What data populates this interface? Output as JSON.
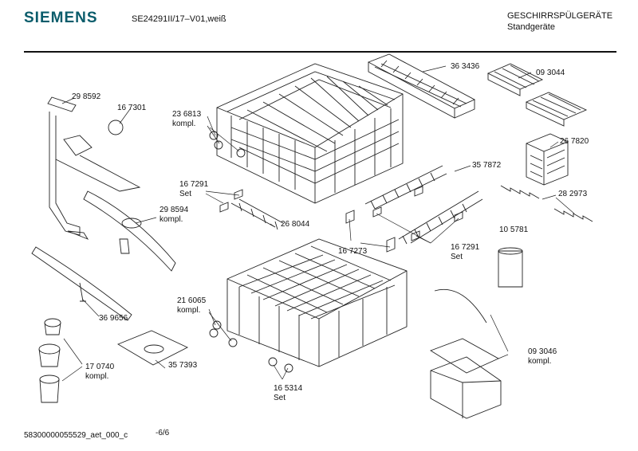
{
  "header": {
    "brand": "SIEMENS",
    "model": "SE24291II/17–V01,weiß",
    "category_line1": "GESCHIRRSPÜLGERÄTE",
    "category_line2": "Standgeräte"
  },
  "footer": {
    "doc_id": "58300000055529_aet_000_c",
    "page": "-6/6"
  },
  "parts": [
    {
      "id": "p363436",
      "text": "36 3436"
    },
    {
      "id": "p093044",
      "text": "09 3044"
    },
    {
      "id": "p298592",
      "text": "29 8592"
    },
    {
      "id": "p167301",
      "text": "16 7301"
    },
    {
      "id": "p236813a",
      "text": "23 6813"
    },
    {
      "id": "p236813b",
      "text": "kompl."
    },
    {
      "id": "p267820",
      "text": "26 7820"
    },
    {
      "id": "p357872",
      "text": "35 7872"
    },
    {
      "id": "p167291a1",
      "text": "16 7291"
    },
    {
      "id": "p167291a2",
      "text": "Set"
    },
    {
      "id": "p282973",
      "text": "28 2973"
    },
    {
      "id": "p298594a",
      "text": "29 8594"
    },
    {
      "id": "p298594b",
      "text": "kompl."
    },
    {
      "id": "p268044",
      "text": "26 8044"
    },
    {
      "id": "p105781",
      "text": "10 5781"
    },
    {
      "id": "p167273",
      "text": "16 7273"
    },
    {
      "id": "p167291b1",
      "text": "16 7291"
    },
    {
      "id": "p167291b2",
      "text": "Set"
    },
    {
      "id": "p216065a",
      "text": "21 6065"
    },
    {
      "id": "p216065b",
      "text": "kompl."
    },
    {
      "id": "p369656",
      "text": "36 9656"
    },
    {
      "id": "p093046a",
      "text": "09 3046"
    },
    {
      "id": "p093046b",
      "text": "kompl."
    },
    {
      "id": "p170740a",
      "text": "17 0740"
    },
    {
      "id": "p170740b",
      "text": "kompl."
    },
    {
      "id": "p357393",
      "text": "35 7393"
    },
    {
      "id": "p165314a",
      "text": "16 5314"
    },
    {
      "id": "p165314b",
      "text": "Set"
    }
  ]
}
